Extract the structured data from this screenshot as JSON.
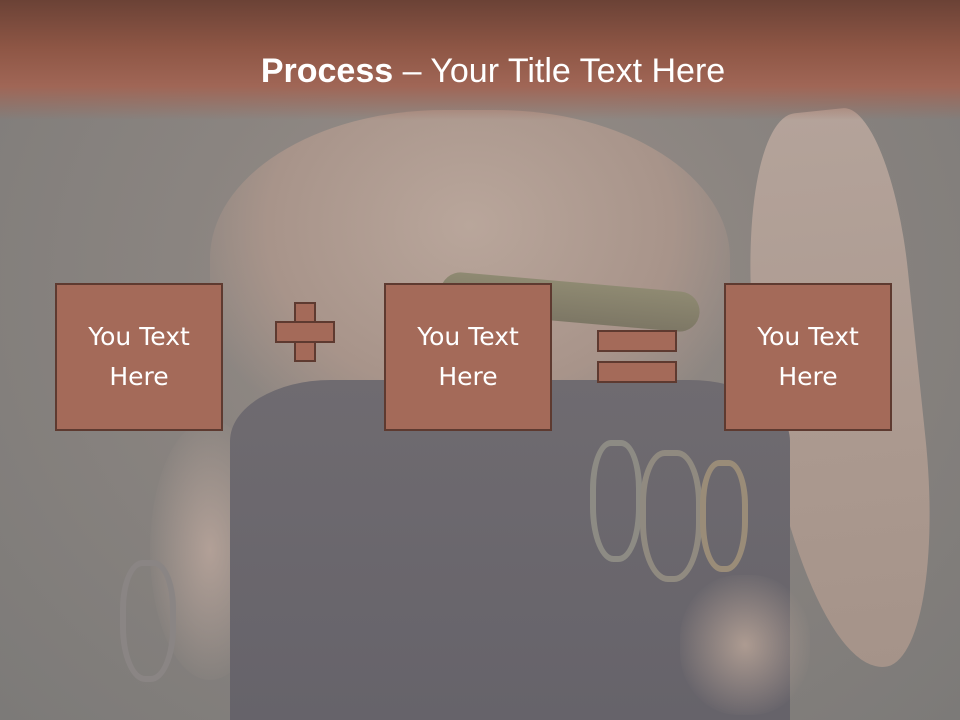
{
  "slide": {
    "title_bold": "Process",
    "title_rest": " – Your Title Text Here"
  },
  "boxes": [
    {
      "line1": "You Text",
      "line2": "Here"
    },
    {
      "line1": "You Text",
      "line2": "Here"
    },
    {
      "line1": "You Text",
      "line2": "Here"
    }
  ],
  "operators": [
    "plus-icon",
    "equals-icon"
  ],
  "colors": {
    "box_fill": "#a46a59",
    "box_border": "#5e3a30",
    "header": "#8e5645",
    "text": "#ffffff"
  }
}
